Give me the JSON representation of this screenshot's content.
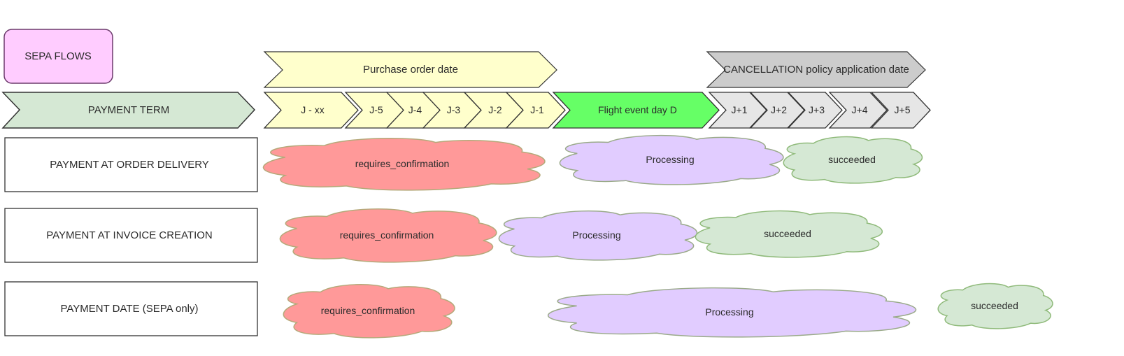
{
  "title_box": {
    "label": "SEPA FLOWS",
    "fill": "#ffccff",
    "stroke": "#6b3a6b"
  },
  "payment_term": {
    "label": "PAYMENT TERM",
    "fill": "#d5e8d4"
  },
  "purchase_order": {
    "label": "Purchase order date",
    "fill": "#ffffcc"
  },
  "cancellation": {
    "label": "CANCELLATION policy application date",
    "fill": "#cccccc"
  },
  "timeline": {
    "before": [
      {
        "label": "J - xx"
      },
      {
        "label": "J-5"
      },
      {
        "label": "J-4"
      },
      {
        "label": "J-3"
      },
      {
        "label": "J-2"
      },
      {
        "label": "J-1"
      }
    ],
    "event": {
      "label": "Flight event day D",
      "fill": "#66ff66"
    },
    "after": [
      {
        "label": "J+1"
      },
      {
        "label": "J+2"
      },
      {
        "label": "J+3"
      },
      {
        "label": "J+4"
      },
      {
        "label": "J+5"
      }
    ],
    "before_fill": "#ffffcc",
    "after_fill": "#e6e6e6"
  },
  "rows": [
    {
      "label": "PAYMENT AT ORDER DELIVERY",
      "states": [
        {
          "label": "requires_confirmation",
          "kind": "pending"
        },
        {
          "label": "Processing",
          "kind": "processing"
        },
        {
          "label": "succeeded",
          "kind": "success"
        }
      ]
    },
    {
      "label": "PAYMENT AT INVOICE CREATION",
      "states": [
        {
          "label": "requires_confirmation",
          "kind": "pending"
        },
        {
          "label": "Processing",
          "kind": "processing"
        },
        {
          "label": "succeeded",
          "kind": "success"
        }
      ]
    },
    {
      "label": "PAYMENT DATE (SEPA only)",
      "states": [
        {
          "label": "requires_confirmation",
          "kind": "pending"
        },
        {
          "label": "Processing",
          "kind": "processing"
        },
        {
          "label": "succeeded",
          "kind": "success"
        }
      ]
    }
  ],
  "state_colors": {
    "pending": {
      "fill": "#ff9999",
      "stroke": "#b5a97a"
    },
    "processing": {
      "fill": "#e1ccff",
      "stroke": "#9aaa8a"
    },
    "success": {
      "fill": "#d5e8d4",
      "stroke": "#8fba7a"
    }
  }
}
